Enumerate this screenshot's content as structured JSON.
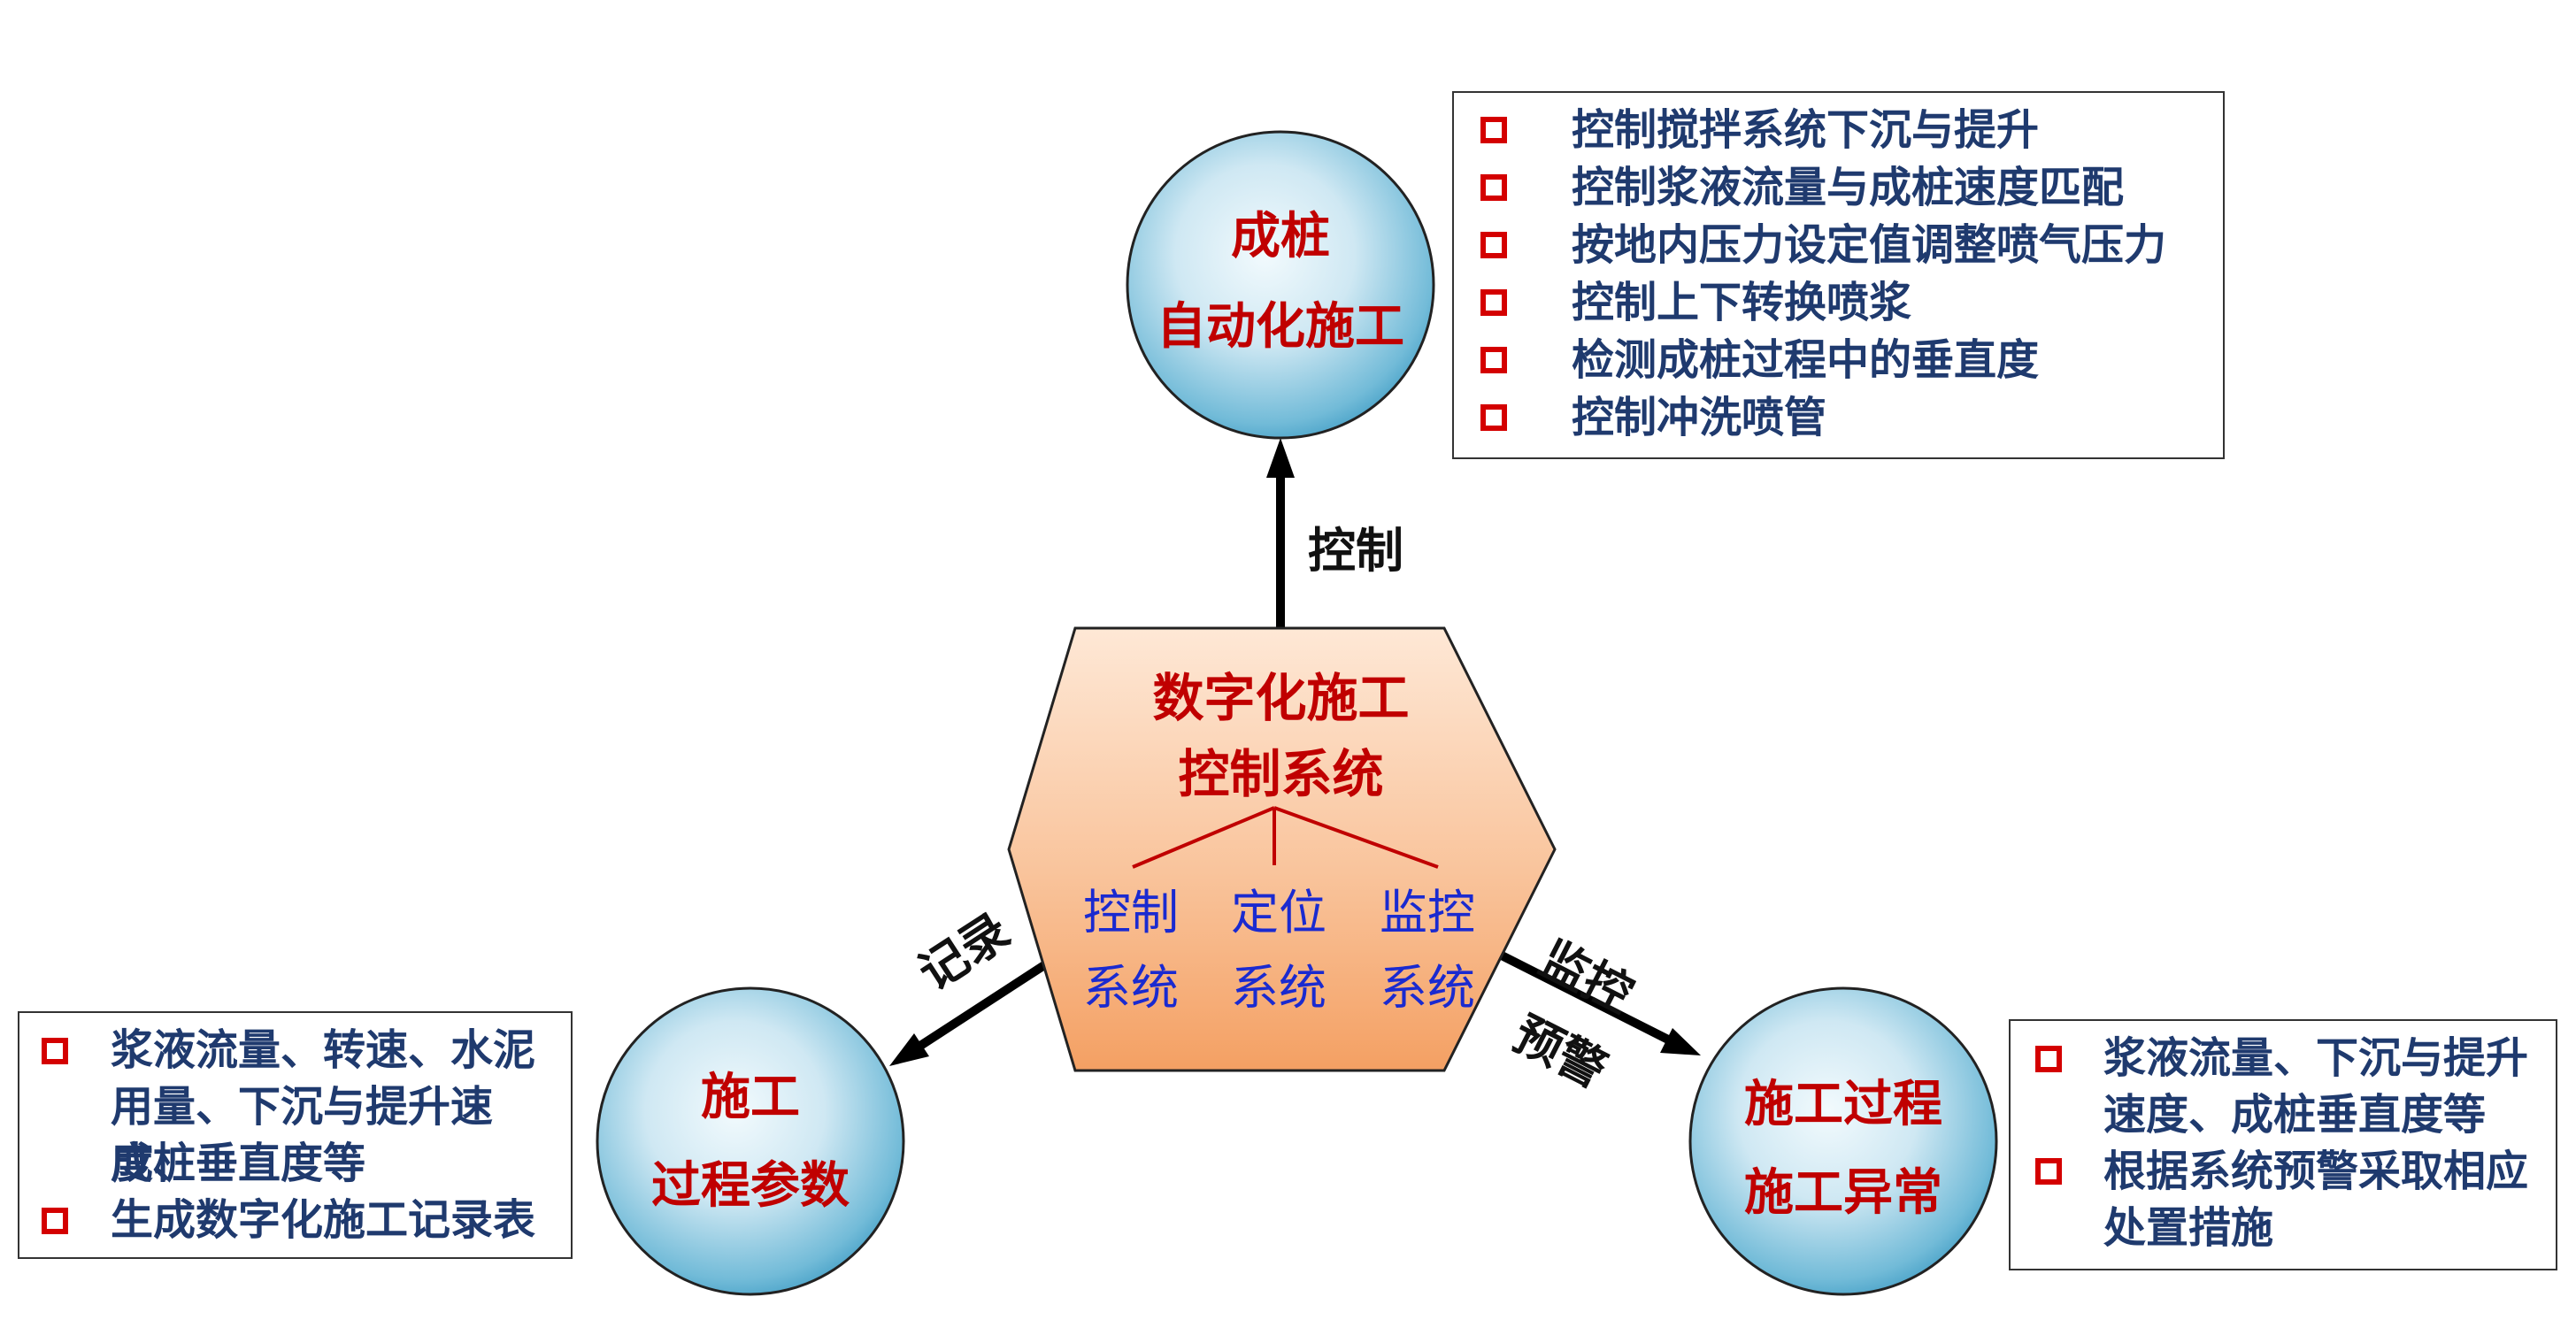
{
  "center": {
    "title_line1": "数字化施工",
    "title_line2": "控制系统",
    "subsystems": [
      {
        "line1": "控制",
        "line2": "系统"
      },
      {
        "line1": "定位",
        "line2": "系统"
      },
      {
        "line1": "监控",
        "line2": "系统"
      }
    ]
  },
  "top_node": {
    "line1": "成桩",
    "line2": "自动化施工"
  },
  "left_node": {
    "line1": "施工",
    "line2": "过程参数"
  },
  "right_node": {
    "line1": "施工过程",
    "line2": "施工异常"
  },
  "arrows": {
    "top_label": "控制",
    "left_label": "记录",
    "right_label_1": "监控",
    "right_label_2": "预警"
  },
  "top_box": {
    "items": [
      "控制搅拌系统下沉与提升",
      "控制浆液流量与成桩速度匹配",
      "按地内压力设定值调整喷气压力",
      "控制上下转换喷浆",
      "检测成桩过程中的垂直度",
      "控制冲洗喷管"
    ]
  },
  "left_box": {
    "item1_lines": [
      "浆液流量、转速、水泥",
      "用量、下沉与提升速度、",
      "成桩垂直度等"
    ],
    "item2_lines": [
      "生成数字化施工记录表"
    ]
  },
  "right_box": {
    "item1_lines": [
      "浆液流量、下沉与提升",
      "速度、成桩垂直度等"
    ],
    "item2_lines": [
      "根据系统预警采取相应",
      "处置措施"
    ]
  },
  "colors": {
    "node_title": "#c00000",
    "subsystem_text": "#1a2ad0",
    "list_text": "#1f3a6e",
    "bullet": "#d40000",
    "hexagon_fill_top": "#fde0c8",
    "hexagon_fill_bottom": "#f5a46a",
    "circle_fill_center": "#eaf6fb",
    "circle_fill_edge": "#5aaed0"
  },
  "icons": {
    "bullet": "hollow-red-square-icon",
    "arrow": "arrowhead-icon"
  }
}
